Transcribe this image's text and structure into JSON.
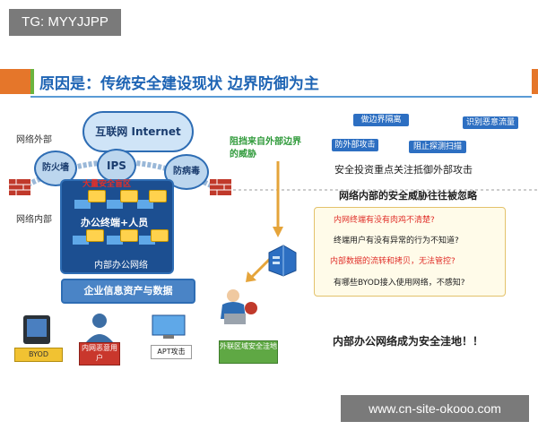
{
  "watermark": {
    "tag": "TG: MYYJJPP",
    "site": "www.cn-site-okooo.com"
  },
  "slide": {
    "title": "原因是：传统安全建设现状 边界防御为主",
    "zones": {
      "outside": "网络外部",
      "inside": "网络内部"
    },
    "cloud": "互联网 Internet",
    "perimeter": {
      "firewall": "防火墙",
      "ips": "IPS",
      "antivirus": "防病毒"
    },
    "office": {
      "red_label": "大量安全盲区",
      "title": "办公终端+人员",
      "network": "内部办公网络"
    },
    "data_assets": "企业信息资产与数据",
    "arrow_text": "阻挡来自外部边界的威胁",
    "right_boxes": [
      "做边界隔离",
      "识别恶意流量",
      "防外部攻击",
      "阻止探测扫描"
    ],
    "invest": "安全投资重点关注抵御外部攻击",
    "ignored": "网络内部的安全威胁往往被忽略",
    "questions": [
      {
        "text": "内网终端有没有肉鸡不清楚?",
        "color": "#e0302a"
      },
      {
        "text": "终端用户有没有异常的行为不知道?",
        "color": "#222222"
      },
      {
        "text": "内部数据的流转和拷贝，无法管控?",
        "color": "#e0302a"
      },
      {
        "text": "有哪些BYOD接入使用网络，不感知?",
        "color": "#222222"
      }
    ],
    "conclusion": "内部办公网络成为安全洼地！！",
    "bottom_labels": {
      "byod": "BYOD",
      "insider": "内网恶意用户",
      "apt": "APT攻击",
      "external": "外联区域安全洼地"
    },
    "colors": {
      "accent": "#e5762a",
      "title": "#1e64b4",
      "green": "#6bb43e",
      "box": "#2d6fc2"
    }
  }
}
